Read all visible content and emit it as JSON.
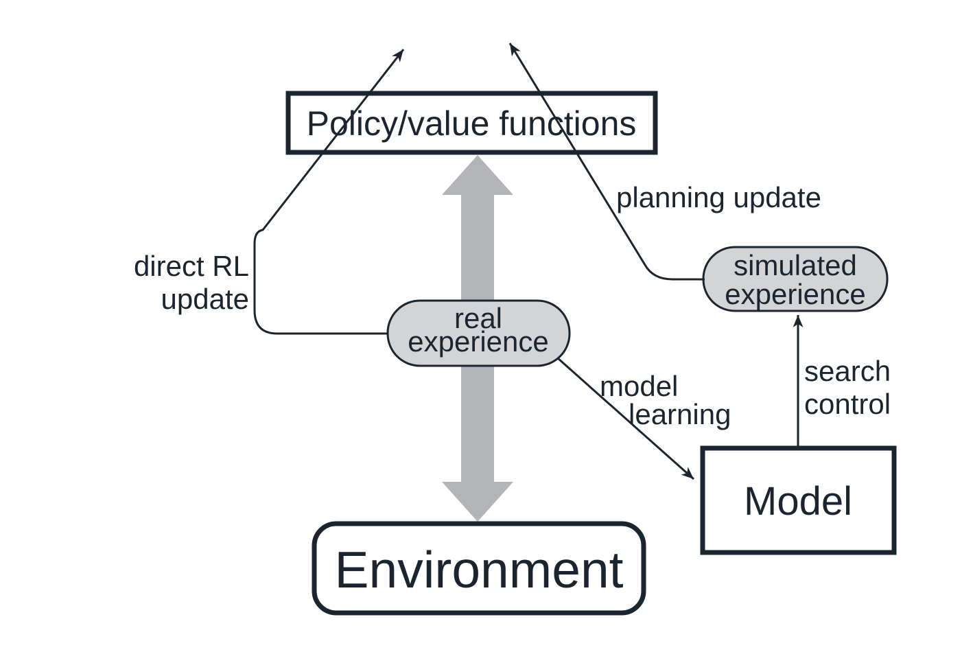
{
  "colors": {
    "ink": "#1b2530",
    "box_fill": "#ffffff",
    "pill_fill": "#d3d4d6",
    "band": "#b2b4b8",
    "background": "#ffffff"
  },
  "nodes": {
    "policy": {
      "label": "Policy/value functions"
    },
    "real_experience": {
      "line1": "real",
      "line2": "experience"
    },
    "simulated_experience": {
      "line1": "simulated",
      "line2": "experience"
    },
    "model": {
      "label": "Model"
    },
    "environment": {
      "label": "Environment"
    }
  },
  "edge_labels": {
    "direct_rl": {
      "line1": "direct RL",
      "line2": "update"
    },
    "planning": {
      "label": "planning update"
    },
    "model_learning": {
      "line1": "model",
      "line2": "learning"
    },
    "search_control": {
      "line1": "search",
      "line2": "control"
    }
  }
}
